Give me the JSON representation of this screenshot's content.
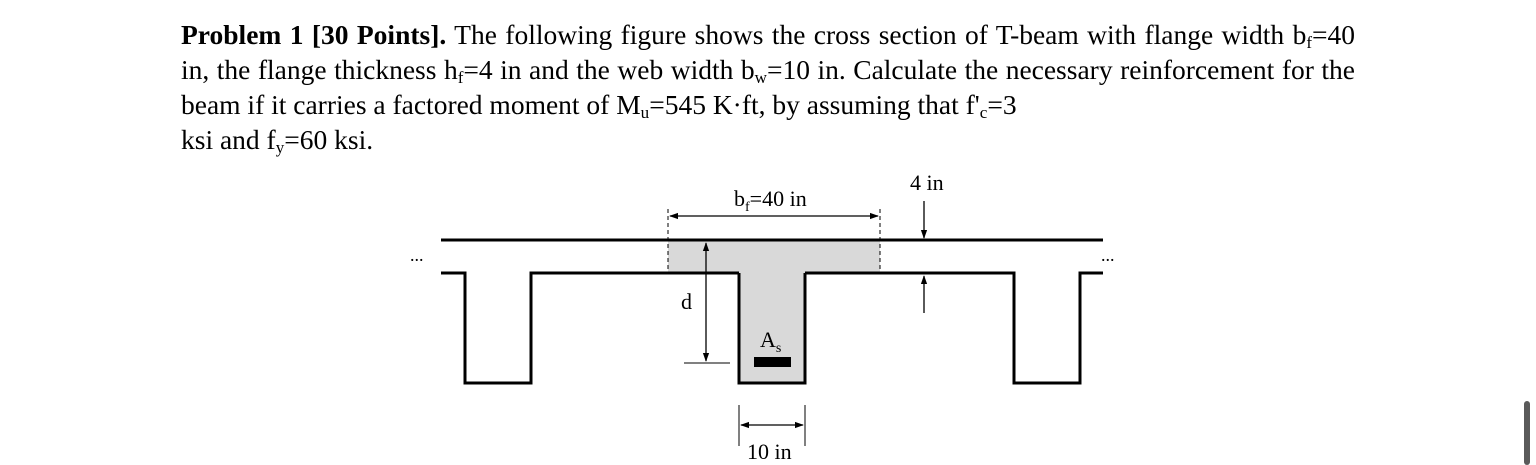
{
  "problem": {
    "heading": "Problem 1 [30 Points].",
    "t1": " The following figure shows the cross section of T-beam with flange width b",
    "s1": "f",
    "t2": "=40 in, the flange thickness h",
    "s2": "f",
    "t3": "=4 in and the web width b",
    "s3": "w",
    "t4": "=10 in. Calculate the necessary reinforcement for the beam if it carries a factored moment of M",
    "s4": "u",
    "t5": "=545 K·ft, by assuming that f'",
    "s5": "c",
    "t6": "=3",
    "t7": "ksi and f",
    "s6": "y",
    "t8": "=60 ksi."
  },
  "figure": {
    "bf_label_main": "b",
    "bf_label_sub": "f",
    "bf_label_rest": "=40 in",
    "hf_label": "4 in",
    "d_label": "d",
    "as_label_main": "A",
    "as_label_sub": "s",
    "bw_label": "10 in",
    "ellipsis_left": "...",
    "ellipsis_right": "..."
  },
  "colors": {
    "concrete_fill": "#d9d9d9",
    "line": "#000000",
    "background": "#ffffff"
  }
}
